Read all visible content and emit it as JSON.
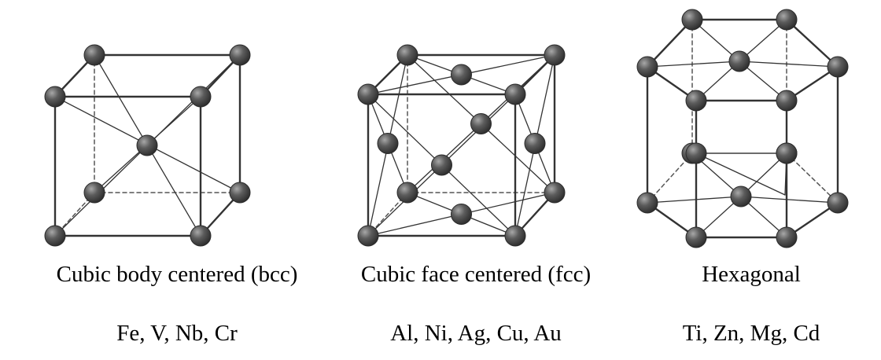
{
  "structures": [
    {
      "id": "bcc",
      "name": "Cubic body centered (bcc)",
      "metals": "Fe, V, Nb, Cr"
    },
    {
      "id": "fcc",
      "name": "Cubic face centered (fcc)",
      "metals": "Al, Ni, Ag, Cu, Au"
    },
    {
      "id": "hex",
      "name": "Hexagonal",
      "metals": "Ti, Zn, Mg, Cd"
    }
  ],
  "colors": {
    "atom": "#4a4a4a",
    "atom_highlight": "#9a9a9a",
    "bond": "#333333",
    "hidden_edge": "#555555"
  }
}
